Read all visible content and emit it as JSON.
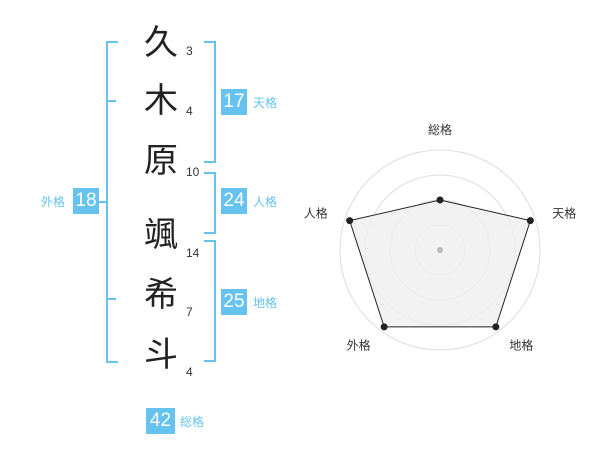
{
  "name_chars": [
    {
      "char": "久",
      "strokes": "3"
    },
    {
      "char": "木",
      "strokes": "4"
    },
    {
      "char": "原",
      "strokes": "10"
    },
    {
      "char": "颯",
      "strokes": "14"
    },
    {
      "char": "希",
      "strokes": "7"
    },
    {
      "char": "斗",
      "strokes": "4"
    }
  ],
  "kakaku": {
    "tenkaku": {
      "value": "17",
      "label": "天格"
    },
    "jinkaku": {
      "value": "24",
      "label": "人格"
    },
    "chikaku": {
      "value": "25",
      "label": "地格"
    },
    "gaikaku": {
      "value": "18",
      "label": "外格"
    },
    "soukaku": {
      "value": "42",
      "label": "総格"
    }
  },
  "chart_data": {
    "type": "radar",
    "axes": [
      "総格",
      "天格",
      "地格",
      "外格",
      "人格"
    ],
    "values": [
      0.5,
      0.95,
      0.95,
      0.95,
      0.95
    ],
    "range": [
      0,
      1
    ],
    "rings": 4,
    "colors": {
      "fill": "#eeeeee",
      "line": "#222222",
      "grid": "#dddddd",
      "center": "#bbbbbb"
    }
  }
}
